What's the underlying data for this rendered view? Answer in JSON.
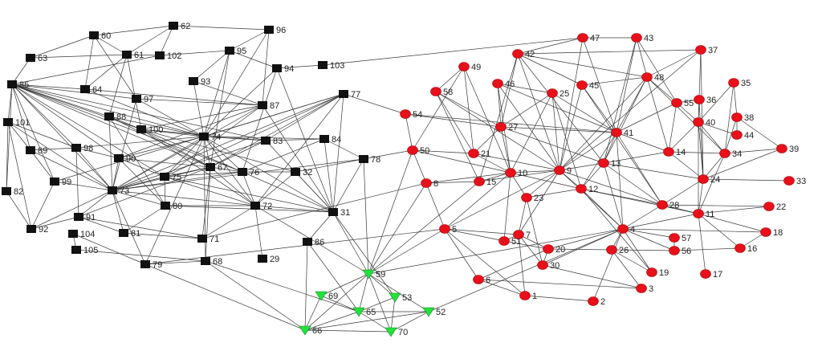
{
  "colors": {
    "square": "#111111",
    "circle": "#e8101a",
    "triangle": "#22e23a",
    "edge": "#3a3a3a"
  },
  "nodes": [
    {
      "id": "60",
      "shape": "square"
    },
    {
      "id": "62",
      "shape": "square"
    },
    {
      "id": "96",
      "shape": "square"
    },
    {
      "id": "63",
      "shape": "square"
    },
    {
      "id": "61",
      "shape": "square"
    },
    {
      "id": "102",
      "shape": "square"
    },
    {
      "id": "95",
      "shape": "square"
    },
    {
      "id": "94",
      "shape": "square"
    },
    {
      "id": "103",
      "shape": "square"
    },
    {
      "id": "85",
      "shape": "square"
    },
    {
      "id": "64",
      "shape": "square"
    },
    {
      "id": "93",
      "shape": "square"
    },
    {
      "id": "97",
      "shape": "square"
    },
    {
      "id": "87",
      "shape": "square"
    },
    {
      "id": "77",
      "shape": "square"
    },
    {
      "id": "101",
      "shape": "square"
    },
    {
      "id": "88",
      "shape": "square"
    },
    {
      "id": "100",
      "shape": "square"
    },
    {
      "id": "74",
      "shape": "square"
    },
    {
      "id": "83",
      "shape": "square"
    },
    {
      "id": "84",
      "shape": "square"
    },
    {
      "id": "89",
      "shape": "square"
    },
    {
      "id": "98",
      "shape": "square"
    },
    {
      "id": "90",
      "shape": "square"
    },
    {
      "id": "67",
      "shape": "square"
    },
    {
      "id": "76",
      "shape": "square"
    },
    {
      "id": "32",
      "shape": "square"
    },
    {
      "id": "78",
      "shape": "square"
    },
    {
      "id": "99",
      "shape": "square"
    },
    {
      "id": "75",
      "shape": "square"
    },
    {
      "id": "82",
      "shape": "square"
    },
    {
      "id": "73",
      "shape": "square"
    },
    {
      "id": "80",
      "shape": "square"
    },
    {
      "id": "72",
      "shape": "square"
    },
    {
      "id": "31",
      "shape": "square"
    },
    {
      "id": "91",
      "shape": "square"
    },
    {
      "id": "92",
      "shape": "square"
    },
    {
      "id": "81",
      "shape": "square"
    },
    {
      "id": "104",
      "shape": "square"
    },
    {
      "id": "71",
      "shape": "square"
    },
    {
      "id": "86",
      "shape": "square"
    },
    {
      "id": "105",
      "shape": "square"
    },
    {
      "id": "79",
      "shape": "square"
    },
    {
      "id": "68",
      "shape": "square"
    },
    {
      "id": "29",
      "shape": "square"
    },
    {
      "id": "59",
      "shape": "triangle"
    },
    {
      "id": "69",
      "shape": "triangle"
    },
    {
      "id": "53",
      "shape": "triangle"
    },
    {
      "id": "65",
      "shape": "triangle"
    },
    {
      "id": "52",
      "shape": "triangle"
    },
    {
      "id": "66",
      "shape": "triangle"
    },
    {
      "id": "70",
      "shape": "triangle"
    },
    {
      "id": "47",
      "shape": "circle"
    },
    {
      "id": "43",
      "shape": "circle"
    },
    {
      "id": "42",
      "shape": "circle"
    },
    {
      "id": "37",
      "shape": "circle"
    },
    {
      "id": "49",
      "shape": "circle"
    },
    {
      "id": "46",
      "shape": "circle"
    },
    {
      "id": "45",
      "shape": "circle"
    },
    {
      "id": "48",
      "shape": "circle"
    },
    {
      "id": "35",
      "shape": "circle"
    },
    {
      "id": "58",
      "shape": "circle"
    },
    {
      "id": "25",
      "shape": "circle"
    },
    {
      "id": "55",
      "shape": "circle"
    },
    {
      "id": "36",
      "shape": "circle"
    },
    {
      "id": "54",
      "shape": "circle"
    },
    {
      "id": "27",
      "shape": "circle"
    },
    {
      "id": "41",
      "shape": "circle"
    },
    {
      "id": "40",
      "shape": "circle"
    },
    {
      "id": "38",
      "shape": "circle"
    },
    {
      "id": "44",
      "shape": "circle"
    },
    {
      "id": "50",
      "shape": "circle"
    },
    {
      "id": "21",
      "shape": "circle"
    },
    {
      "id": "14",
      "shape": "circle"
    },
    {
      "id": "34",
      "shape": "circle"
    },
    {
      "id": "39",
      "shape": "circle"
    },
    {
      "id": "10",
      "shape": "circle"
    },
    {
      "id": "9",
      "shape": "circle"
    },
    {
      "id": "13",
      "shape": "circle"
    },
    {
      "id": "8",
      "shape": "circle"
    },
    {
      "id": "15",
      "shape": "circle"
    },
    {
      "id": "24",
      "shape": "circle"
    },
    {
      "id": "33",
      "shape": "circle"
    },
    {
      "id": "12",
      "shape": "circle"
    },
    {
      "id": "23",
      "shape": "circle"
    },
    {
      "id": "28",
      "shape": "circle"
    },
    {
      "id": "22",
      "shape": "circle"
    },
    {
      "id": "11",
      "shape": "circle"
    },
    {
      "id": "5",
      "shape": "circle"
    },
    {
      "id": "4",
      "shape": "circle"
    },
    {
      "id": "18",
      "shape": "circle"
    },
    {
      "id": "7",
      "shape": "circle"
    },
    {
      "id": "57",
      "shape": "circle"
    },
    {
      "id": "51",
      "shape": "circle"
    },
    {
      "id": "20",
      "shape": "circle"
    },
    {
      "id": "26",
      "shape": "circle"
    },
    {
      "id": "56",
      "shape": "circle"
    },
    {
      "id": "16",
      "shape": "circle"
    },
    {
      "id": "30",
      "shape": "circle"
    },
    {
      "id": "19",
      "shape": "circle"
    },
    {
      "id": "17",
      "shape": "circle"
    },
    {
      "id": "6",
      "shape": "circle"
    },
    {
      "id": "3",
      "shape": "circle"
    },
    {
      "id": "1",
      "shape": "circle"
    },
    {
      "id": "2",
      "shape": "circle"
    }
  ],
  "edges": [
    [
      "60",
      "62"
    ],
    [
      "62",
      "96"
    ],
    [
      "60",
      "63"
    ],
    [
      "60",
      "61"
    ],
    [
      "60",
      "64"
    ],
    [
      "60",
      "97"
    ],
    [
      "62",
      "102"
    ],
    [
      "62",
      "61"
    ],
    [
      "96",
      "95"
    ],
    [
      "96",
      "87"
    ],
    [
      "96",
      "74"
    ],
    [
      "63",
      "85"
    ],
    [
      "63",
      "61"
    ],
    [
      "61",
      "102"
    ],
    [
      "61",
      "64"
    ],
    [
      "61",
      "88"
    ],
    [
      "61",
      "100"
    ],
    [
      "102",
      "95"
    ],
    [
      "102",
      "85"
    ],
    [
      "95",
      "94"
    ],
    [
      "95",
      "93"
    ],
    [
      "95",
      "74"
    ],
    [
      "95",
      "67"
    ],
    [
      "94",
      "103"
    ],
    [
      "94",
      "74"
    ],
    [
      "94",
      "76"
    ],
    [
      "94",
      "31"
    ],
    [
      "103",
      "47"
    ],
    [
      "93",
      "74"
    ],
    [
      "93",
      "87"
    ],
    [
      "85",
      "64"
    ],
    [
      "85",
      "97"
    ],
    [
      "85",
      "88"
    ],
    [
      "85",
      "100"
    ],
    [
      "85",
      "74"
    ],
    [
      "85",
      "67"
    ],
    [
      "85",
      "83"
    ],
    [
      "85",
      "101"
    ],
    [
      "85",
      "99"
    ],
    [
      "85",
      "82"
    ],
    [
      "85",
      "76"
    ],
    [
      "85",
      "75"
    ],
    [
      "85",
      "73"
    ],
    [
      "85",
      "90"
    ],
    [
      "85",
      "98"
    ],
    [
      "85",
      "89"
    ],
    [
      "64",
      "87"
    ],
    [
      "64",
      "74"
    ],
    [
      "97",
      "87"
    ],
    [
      "97",
      "73"
    ],
    [
      "97",
      "74"
    ],
    [
      "87",
      "75"
    ],
    [
      "87",
      "73"
    ],
    [
      "87",
      "90"
    ],
    [
      "87",
      "31"
    ],
    [
      "87",
      "100"
    ],
    [
      "77",
      "54"
    ],
    [
      "77",
      "74"
    ],
    [
      "77",
      "73"
    ],
    [
      "77",
      "75"
    ],
    [
      "77",
      "67"
    ],
    [
      "77",
      "31"
    ],
    [
      "77",
      "72"
    ],
    [
      "77",
      "83"
    ],
    [
      "77",
      "99"
    ],
    [
      "101",
      "98"
    ],
    [
      "101",
      "73"
    ],
    [
      "101",
      "82"
    ],
    [
      "101",
      "92"
    ],
    [
      "101",
      "89"
    ],
    [
      "88",
      "100"
    ],
    [
      "88",
      "74"
    ],
    [
      "88",
      "73"
    ],
    [
      "88",
      "80"
    ],
    [
      "88",
      "67"
    ],
    [
      "100",
      "74"
    ],
    [
      "100",
      "83"
    ],
    [
      "100",
      "67"
    ],
    [
      "100",
      "76"
    ],
    [
      "100",
      "72"
    ],
    [
      "100",
      "32"
    ],
    [
      "74",
      "83"
    ],
    [
      "74",
      "84"
    ],
    [
      "74",
      "67"
    ],
    [
      "74",
      "76"
    ],
    [
      "74",
      "75"
    ],
    [
      "74",
      "73"
    ],
    [
      "74",
      "31"
    ],
    [
      "74",
      "72"
    ],
    [
      "74",
      "90"
    ],
    [
      "74",
      "98"
    ],
    [
      "83",
      "84"
    ],
    [
      "83",
      "67"
    ],
    [
      "83",
      "73"
    ],
    [
      "83",
      "31"
    ],
    [
      "84",
      "78"
    ],
    [
      "84",
      "76"
    ],
    [
      "84",
      "31"
    ],
    [
      "89",
      "98"
    ],
    [
      "89",
      "99"
    ],
    [
      "89",
      "73"
    ],
    [
      "98",
      "90"
    ],
    [
      "98",
      "73"
    ],
    [
      "98",
      "91"
    ],
    [
      "90",
      "67"
    ],
    [
      "90",
      "73"
    ],
    [
      "90",
      "75"
    ],
    [
      "90",
      "80"
    ],
    [
      "67",
      "76"
    ],
    [
      "67",
      "72"
    ],
    [
      "67",
      "71"
    ],
    [
      "67",
      "75"
    ],
    [
      "67",
      "73"
    ],
    [
      "67",
      "91"
    ],
    [
      "67",
      "68"
    ],
    [
      "76",
      "32"
    ],
    [
      "76",
      "72"
    ],
    [
      "76",
      "31"
    ],
    [
      "76",
      "73"
    ],
    [
      "76",
      "75"
    ],
    [
      "32",
      "78"
    ],
    [
      "32",
      "31"
    ],
    [
      "32",
      "72"
    ],
    [
      "78",
      "50"
    ],
    [
      "78",
      "59"
    ],
    [
      "78",
      "31"
    ],
    [
      "78",
      "73"
    ],
    [
      "99",
      "73"
    ],
    [
      "99",
      "92"
    ],
    [
      "75",
      "73"
    ],
    [
      "75",
      "80"
    ],
    [
      "75",
      "72"
    ],
    [
      "75",
      "31"
    ],
    [
      "82",
      "92"
    ],
    [
      "73",
      "80"
    ],
    [
      "73",
      "72"
    ],
    [
      "73",
      "91"
    ],
    [
      "73",
      "81"
    ],
    [
      "73",
      "79"
    ],
    [
      "73",
      "92"
    ],
    [
      "80",
      "72"
    ],
    [
      "80",
      "31"
    ],
    [
      "80",
      "81"
    ],
    [
      "72",
      "31"
    ],
    [
      "72",
      "71"
    ],
    [
      "72",
      "59"
    ],
    [
      "72",
      "29"
    ],
    [
      "31",
      "86"
    ],
    [
      "31",
      "59"
    ],
    [
      "31",
      "53"
    ],
    [
      "91",
      "92"
    ],
    [
      "91",
      "81"
    ],
    [
      "91",
      "71"
    ],
    [
      "104",
      "105"
    ],
    [
      "104",
      "79"
    ],
    [
      "105",
      "68"
    ],
    [
      "79",
      "68"
    ],
    [
      "79",
      "74"
    ],
    [
      "79",
      "5"
    ],
    [
      "68",
      "74"
    ],
    [
      "68",
      "65"
    ],
    [
      "68",
      "66"
    ],
    [
      "71",
      "81"
    ],
    [
      "71",
      "8"
    ],
    [
      "86",
      "66"
    ],
    [
      "86",
      "65"
    ],
    [
      "59",
      "69"
    ],
    [
      "59",
      "65"
    ],
    [
      "59",
      "53"
    ],
    [
      "59",
      "52"
    ],
    [
      "59",
      "66"
    ],
    [
      "59",
      "70"
    ],
    [
      "59",
      "8"
    ],
    [
      "59",
      "5"
    ],
    [
      "59",
      "50"
    ],
    [
      "59",
      "15"
    ],
    [
      "59",
      "4"
    ],
    [
      "69",
      "65"
    ],
    [
      "69",
      "66"
    ],
    [
      "53",
      "65"
    ],
    [
      "65",
      "52"
    ],
    [
      "65",
      "66"
    ],
    [
      "65",
      "70"
    ],
    [
      "52",
      "70"
    ],
    [
      "52",
      "66"
    ],
    [
      "52",
      "4"
    ],
    [
      "66",
      "70"
    ],
    [
      "66",
      "79"
    ],
    [
      "70",
      "53"
    ],
    [
      "54",
      "27"
    ],
    [
      "54",
      "50"
    ],
    [
      "54",
      "41"
    ],
    [
      "50",
      "21"
    ],
    [
      "50",
      "49"
    ],
    [
      "50",
      "8"
    ],
    [
      "50",
      "10"
    ],
    [
      "49",
      "58"
    ],
    [
      "49",
      "21"
    ],
    [
      "49",
      "10"
    ],
    [
      "58",
      "21"
    ],
    [
      "58",
      "27"
    ],
    [
      "58",
      "15"
    ],
    [
      "58",
      "9"
    ],
    [
      "8",
      "15"
    ],
    [
      "8",
      "5"
    ],
    [
      "8",
      "10"
    ],
    [
      "15",
      "10"
    ],
    [
      "15",
      "9"
    ],
    [
      "15",
      "42"
    ],
    [
      "21",
      "27"
    ],
    [
      "21",
      "10"
    ],
    [
      "21",
      "9"
    ],
    [
      "27",
      "46"
    ],
    [
      "27",
      "25"
    ],
    [
      "27",
      "10"
    ],
    [
      "27",
      "42"
    ],
    [
      "27",
      "41"
    ],
    [
      "27",
      "13"
    ],
    [
      "46",
      "25"
    ],
    [
      "46",
      "9"
    ],
    [
      "46",
      "10"
    ],
    [
      "46",
      "41"
    ],
    [
      "42",
      "47"
    ],
    [
      "42",
      "37"
    ],
    [
      "42",
      "48"
    ],
    [
      "42",
      "45"
    ],
    [
      "42",
      "9"
    ],
    [
      "42",
      "13"
    ],
    [
      "47",
      "43"
    ],
    [
      "47",
      "9"
    ],
    [
      "47",
      "41"
    ],
    [
      "43",
      "48"
    ],
    [
      "43",
      "55"
    ],
    [
      "43",
      "41"
    ],
    [
      "43",
      "13"
    ],
    [
      "37",
      "48"
    ],
    [
      "37",
      "40"
    ],
    [
      "37",
      "24"
    ],
    [
      "37",
      "9"
    ],
    [
      "45",
      "9"
    ],
    [
      "45",
      "48"
    ],
    [
      "45",
      "41"
    ],
    [
      "45",
      "28"
    ],
    [
      "48",
      "41"
    ],
    [
      "48",
      "55"
    ],
    [
      "48",
      "9"
    ],
    [
      "48",
      "13"
    ],
    [
      "48",
      "14"
    ],
    [
      "48",
      "34"
    ],
    [
      "25",
      "9"
    ],
    [
      "25",
      "10"
    ],
    [
      "25",
      "12"
    ],
    [
      "25",
      "41"
    ],
    [
      "55",
      "36"
    ],
    [
      "55",
      "14"
    ],
    [
      "55",
      "40"
    ],
    [
      "55",
      "41"
    ],
    [
      "36",
      "40"
    ],
    [
      "36",
      "24"
    ],
    [
      "35",
      "38"
    ],
    [
      "35",
      "40"
    ],
    [
      "35",
      "34"
    ],
    [
      "38",
      "44"
    ],
    [
      "38",
      "34"
    ],
    [
      "38",
      "39"
    ],
    [
      "40",
      "14"
    ],
    [
      "40",
      "34"
    ],
    [
      "40",
      "44"
    ],
    [
      "40",
      "24"
    ],
    [
      "40",
      "11"
    ],
    [
      "41",
      "9"
    ],
    [
      "41",
      "13"
    ],
    [
      "41",
      "14"
    ],
    [
      "41",
      "12"
    ],
    [
      "41",
      "28"
    ],
    [
      "41",
      "4"
    ],
    [
      "14",
      "34"
    ],
    [
      "14",
      "13"
    ],
    [
      "14",
      "24"
    ],
    [
      "34",
      "39"
    ],
    [
      "34",
      "24"
    ],
    [
      "34",
      "11"
    ],
    [
      "39",
      "24"
    ],
    [
      "24",
      "33"
    ],
    [
      "24",
      "11"
    ],
    [
      "24",
      "28"
    ],
    [
      "9",
      "10"
    ],
    [
      "9",
      "13"
    ],
    [
      "9",
      "12"
    ],
    [
      "9",
      "28"
    ],
    [
      "9",
      "23"
    ],
    [
      "9",
      "7"
    ],
    [
      "9",
      "4"
    ],
    [
      "9",
      "5"
    ],
    [
      "10",
      "12"
    ],
    [
      "10",
      "51"
    ],
    [
      "10",
      "5"
    ],
    [
      "10",
      "23"
    ],
    [
      "13",
      "12"
    ],
    [
      "13",
      "28"
    ],
    [
      "13",
      "24"
    ],
    [
      "13",
      "4"
    ],
    [
      "12",
      "28"
    ],
    [
      "12",
      "23"
    ],
    [
      "12",
      "4"
    ],
    [
      "12",
      "11"
    ],
    [
      "28",
      "11"
    ],
    [
      "28",
      "22"
    ],
    [
      "28",
      "4"
    ],
    [
      "11",
      "22"
    ],
    [
      "11",
      "18"
    ],
    [
      "11",
      "4"
    ],
    [
      "11",
      "17"
    ],
    [
      "11",
      "16"
    ],
    [
      "23",
      "7"
    ],
    [
      "23",
      "30"
    ],
    [
      "5",
      "51"
    ],
    [
      "5",
      "7"
    ],
    [
      "5",
      "6"
    ],
    [
      "5",
      "1"
    ],
    [
      "7",
      "20"
    ],
    [
      "7",
      "30"
    ],
    [
      "7",
      "51"
    ],
    [
      "7",
      "1"
    ],
    [
      "4",
      "20"
    ],
    [
      "4",
      "26"
    ],
    [
      "4",
      "57"
    ],
    [
      "4",
      "56"
    ],
    [
      "4",
      "18"
    ],
    [
      "4",
      "19"
    ],
    [
      "4",
      "30"
    ],
    [
      "4",
      "2"
    ],
    [
      "20",
      "30"
    ],
    [
      "20",
      "26"
    ],
    [
      "20",
      "6"
    ],
    [
      "26",
      "19"
    ],
    [
      "26",
      "3"
    ],
    [
      "26",
      "56"
    ],
    [
      "57",
      "56"
    ],
    [
      "56",
      "16"
    ],
    [
      "16",
      "18"
    ],
    [
      "6",
      "1"
    ],
    [
      "6",
      "3"
    ],
    [
      "1",
      "2"
    ],
    [
      "30",
      "3"
    ],
    [
      "51",
      "20"
    ],
    [
      "19",
      "12"
    ]
  ]
}
